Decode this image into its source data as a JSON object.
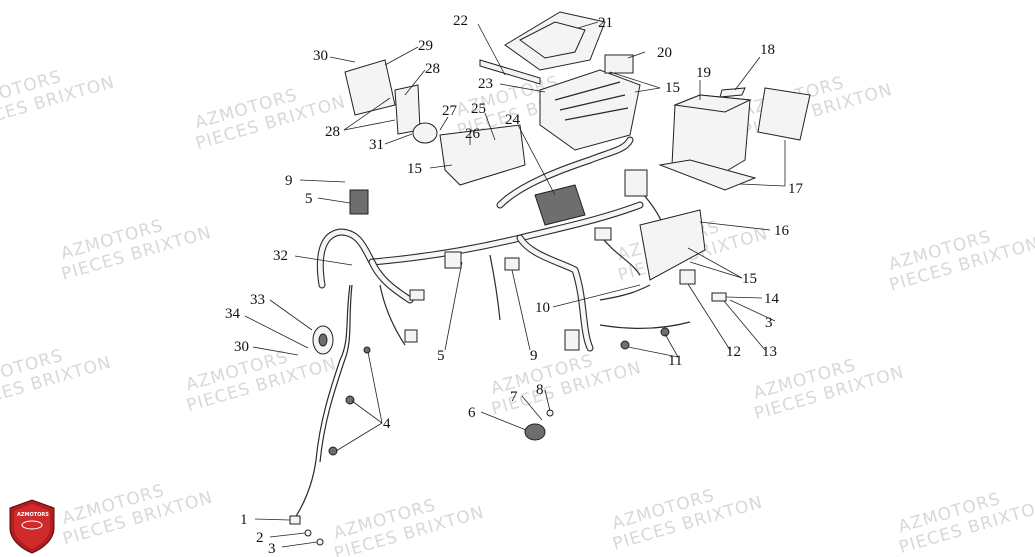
{
  "watermark": {
    "line1": "AZMOTORS",
    "line2": "PIECES BRIXTON"
  },
  "logo": {
    "text": "AZMOTORS"
  },
  "callouts": [
    {
      "id": "c1",
      "label": "1"
    },
    {
      "id": "c2",
      "label": "2"
    },
    {
      "id": "c3a",
      "label": "3"
    },
    {
      "id": "c3b",
      "label": "3"
    },
    {
      "id": "c4",
      "label": "4"
    },
    {
      "id": "c5a",
      "label": "5"
    },
    {
      "id": "c5b",
      "label": "5"
    },
    {
      "id": "c6",
      "label": "6"
    },
    {
      "id": "c7",
      "label": "7"
    },
    {
      "id": "c8",
      "label": "8"
    },
    {
      "id": "c9a",
      "label": "9"
    },
    {
      "id": "c9b",
      "label": "9"
    },
    {
      "id": "c10",
      "label": "10"
    },
    {
      "id": "c11",
      "label": "11"
    },
    {
      "id": "c12",
      "label": "12"
    },
    {
      "id": "c13",
      "label": "13"
    },
    {
      "id": "c14",
      "label": "14"
    },
    {
      "id": "c15a",
      "label": "15"
    },
    {
      "id": "c15b",
      "label": "15"
    },
    {
      "id": "c15c",
      "label": "15"
    },
    {
      "id": "c16",
      "label": "16"
    },
    {
      "id": "c17",
      "label": "17"
    },
    {
      "id": "c18",
      "label": "18"
    },
    {
      "id": "c19",
      "label": "19"
    },
    {
      "id": "c20",
      "label": "20"
    },
    {
      "id": "c21",
      "label": "21"
    },
    {
      "id": "c22",
      "label": "22"
    },
    {
      "id": "c23",
      "label": "23"
    },
    {
      "id": "c24",
      "label": "24"
    },
    {
      "id": "c25",
      "label": "25"
    },
    {
      "id": "c26",
      "label": "26"
    },
    {
      "id": "c27",
      "label": "27"
    },
    {
      "id": "c28a",
      "label": "28"
    },
    {
      "id": "c28b",
      "label": "28"
    },
    {
      "id": "c29",
      "label": "29"
    },
    {
      "id": "c30a",
      "label": "30"
    },
    {
      "id": "c30b",
      "label": "30"
    },
    {
      "id": "c31",
      "label": "31"
    },
    {
      "id": "c32",
      "label": "32"
    },
    {
      "id": "c33",
      "label": "33"
    },
    {
      "id": "c34",
      "label": "34"
    }
  ]
}
